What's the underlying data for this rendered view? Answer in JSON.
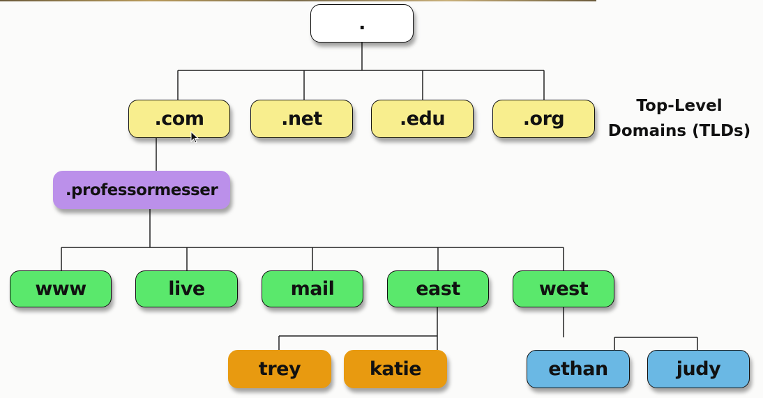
{
  "root": {
    "label": "."
  },
  "tlds": [
    ".com",
    ".net",
    ".edu",
    ".org"
  ],
  "tld_caption": {
    "line1": "Top-Level",
    "line2": "Domains (TLDs)"
  },
  "domain": {
    "label": ".professormesser"
  },
  "hosts": [
    "www",
    "live",
    "mail",
    "east",
    "west"
  ],
  "east_children": [
    "trey",
    "katie"
  ],
  "west_children": [
    "ethan",
    "judy"
  ],
  "colors": {
    "root": "#ffffff",
    "tld": "#f8ee8e",
    "domain": "#bb90ea",
    "host": "#5ae86c",
    "east_children": "#e89a10",
    "west_children": "#6ab8e4"
  }
}
